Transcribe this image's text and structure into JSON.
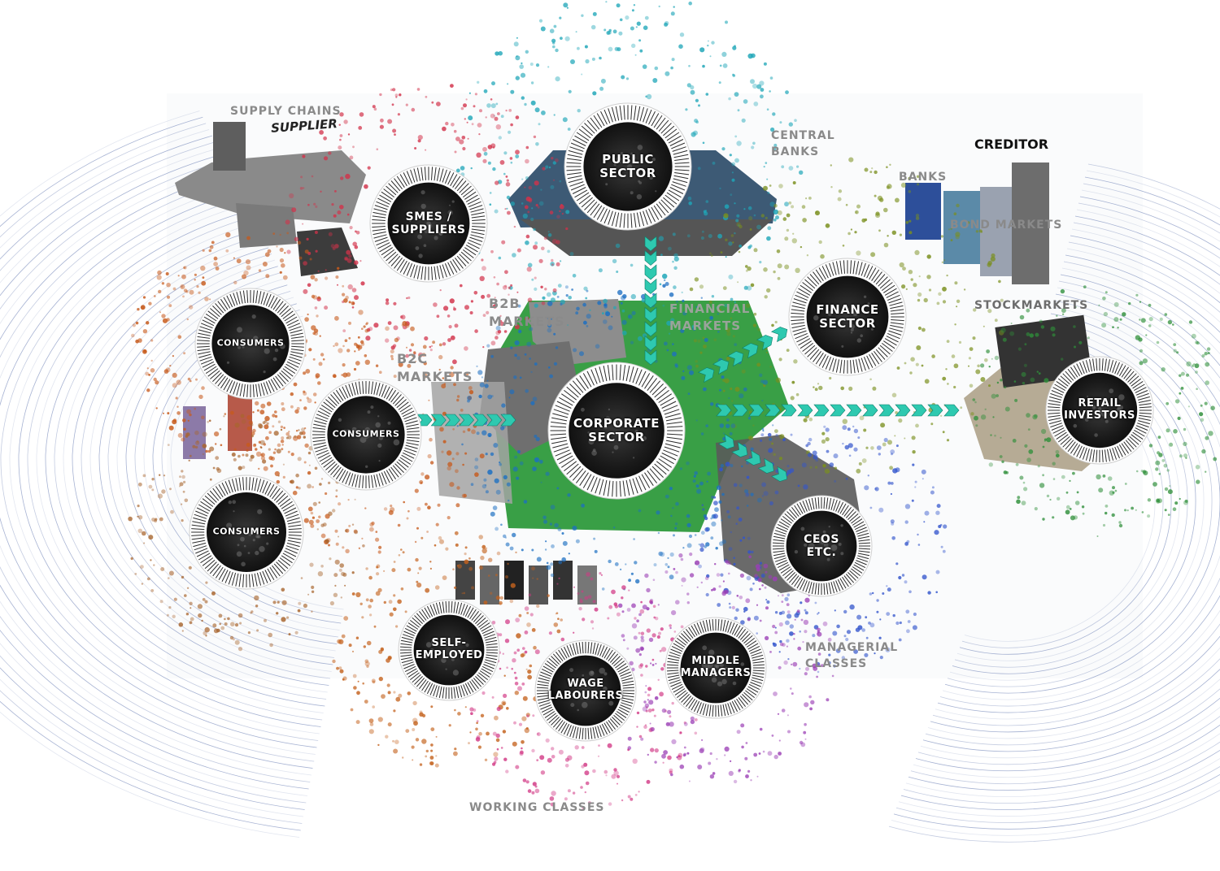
{
  "nodes": [
    {
      "id": "public-sector",
      "label": "PUBLIC\nSECTOR",
      "color": "#1fa6b8"
    },
    {
      "id": "smes-suppliers",
      "label": "SMES /\nSUPPLIERS",
      "color": "#d2324a"
    },
    {
      "id": "finance-sector",
      "label": "FINANCE\nSECTOR",
      "color": "#7a8f1e"
    },
    {
      "id": "consumers-1",
      "label": "CONSUMERS",
      "color": "#c75a1c"
    },
    {
      "id": "consumers-2",
      "label": "CONSUMERS",
      "color": "#c75a1c"
    },
    {
      "id": "consumers-3",
      "label": "CONSUMERS",
      "color": "#a8652e"
    },
    {
      "id": "corporate-sector",
      "label": "CORPORATE\nSECTOR",
      "color": "#1c6fc2"
    },
    {
      "id": "retail-investors",
      "label": "RETAIL\nINVESTORS",
      "color": "#2f8f3a"
    },
    {
      "id": "ceos",
      "label": "CEOS\nETC.",
      "color": "#3355cc"
    },
    {
      "id": "self-employed",
      "label": "SELF-\nEMPLOYED",
      "color": "#c4621d"
    },
    {
      "id": "wage-labourers",
      "label": "WAGE\nLABOURERS",
      "color": "#d23a86"
    },
    {
      "id": "middle-managers",
      "label": "MIDDLE\nMANAGERS",
      "color": "#9b3fb5"
    }
  ],
  "labels": {
    "supply_chains": "SUPPLY CHAINS",
    "supplier": "SUPPLIER",
    "central_banks": "CENTRAL\nBANKS",
    "creditor": "CREDITOR",
    "banks": "BANKS",
    "bond_markets": "BOND MARKETS",
    "stockmarkets": "STOCKMARKETS",
    "b2b_markets": "B2B\nMARKETS",
    "b2c_markets": "B2C\nMARKETS",
    "financial_markets": "FINANCIAL\nMARKETS",
    "managerial_classes": "MANAGERIAL\nCLASSES",
    "working_classes": "WORKING CLASSES"
  },
  "colors": {
    "flow_arrow": "#2ec9b0",
    "market_floor": "#2e9a3c",
    "swirl_lines": "#8a9ac4",
    "disc_dark": "#1e1e1e"
  }
}
